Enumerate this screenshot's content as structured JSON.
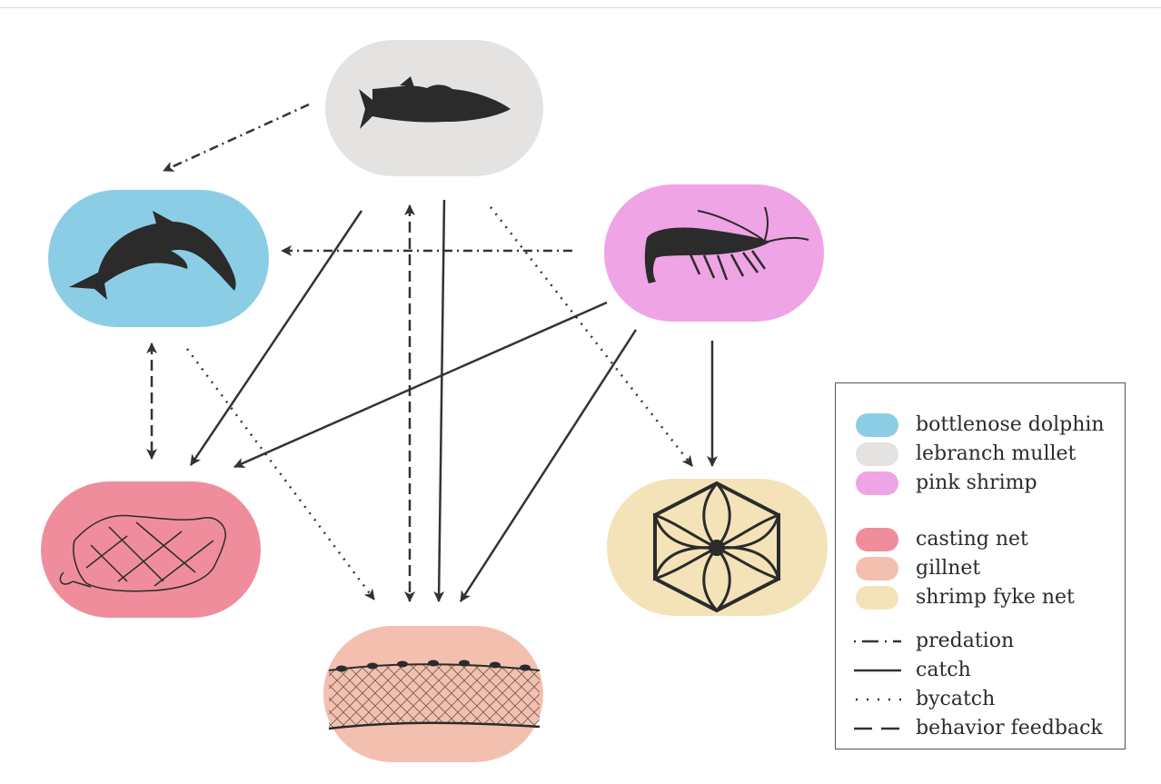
{
  "nodes": {
    "mullet": {
      "name": "lebranch mullet",
      "color": "#e4e3e2"
    },
    "dolphin": {
      "name": "bottlenose dolphin",
      "color": "#8ccde6"
    },
    "shrimp": {
      "name": "pink shrimp",
      "color": "#efa4e6"
    },
    "casting_net": {
      "name": "casting net",
      "color": "#ef8d9c"
    },
    "gillnet": {
      "name": "gillnet",
      "color": "#f3c0af"
    },
    "fyke_net": {
      "name": "shrimp fyke net",
      "color": "#f4e3b8"
    }
  },
  "legend": {
    "species": [
      {
        "label": "bottlenose dolphin",
        "color": "#8ccde6"
      },
      {
        "label": "lebranch mullet",
        "color": "#e4e3e2"
      },
      {
        "label": "pink shrimp",
        "color": "#efa4e6"
      }
    ],
    "gears": [
      {
        "label": "casting net",
        "color": "#ef8d9c"
      },
      {
        "label": "gillnet",
        "color": "#f3c0af"
      },
      {
        "label": "shrimp fyke net",
        "color": "#f4e3b8"
      }
    ],
    "links": [
      {
        "label": "predation",
        "style": "dash-dot"
      },
      {
        "label": "catch",
        "style": "solid"
      },
      {
        "label": "bycatch",
        "style": "dotted"
      },
      {
        "label": "behavior feedback",
        "style": "dashed"
      }
    ]
  },
  "edges": [
    {
      "from": "mullet",
      "to": "dolphin",
      "type": "predation"
    },
    {
      "from": "shrimp",
      "to": "dolphin",
      "type": "predation"
    },
    {
      "from": "mullet",
      "to": "casting_net",
      "type": "catch"
    },
    {
      "from": "mullet",
      "to": "gillnet",
      "type": "catch"
    },
    {
      "from": "shrimp",
      "to": "casting_net",
      "type": "catch"
    },
    {
      "from": "shrimp",
      "to": "gillnet",
      "type": "catch"
    },
    {
      "from": "shrimp",
      "to": "fyke_net",
      "type": "catch"
    },
    {
      "from": "mullet",
      "to": "fyke_net",
      "type": "bycatch"
    },
    {
      "from": "dolphin",
      "to": "gillnet",
      "type": "bycatch"
    },
    {
      "from": "dolphin",
      "to": "casting_net",
      "type": "behavior feedback"
    },
    {
      "from": "mullet",
      "to": "gillnet",
      "type": "behavior feedback"
    }
  ]
}
